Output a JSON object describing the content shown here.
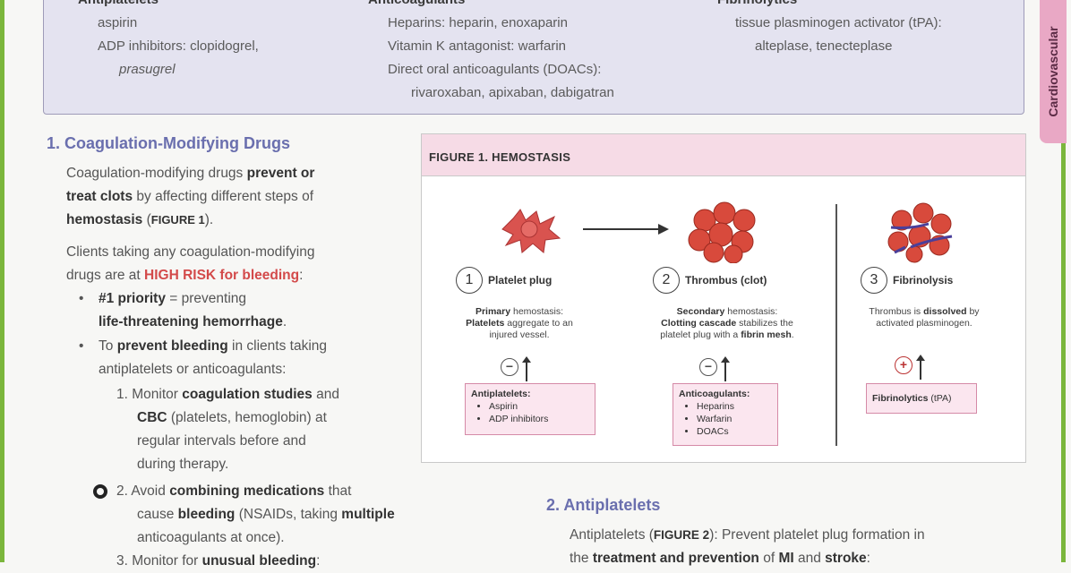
{
  "tab": "Cardiovascular",
  "summary": {
    "col1": {
      "heading": "Antiplatelets",
      "lines": [
        "aspirin",
        "ADP inhibitors: clopidogrel,",
        "prasugrel"
      ]
    },
    "col2": {
      "heading": "Anticoagulants",
      "lines": [
        "Heparins: heparin, enoxaparin",
        "Vitamin K antagonist: warfarin",
        "Direct oral anticoagulants (DOACs):",
        "rivaroxaban, apixaban, dabigatran"
      ]
    },
    "col3": {
      "heading": "Fibrinolytics",
      "lines": [
        "tissue plasminogen activator (tPA):",
        "alteplase, tenecteplase"
      ]
    }
  },
  "s1": {
    "title": "1. Coagulation-Modifying Drugs",
    "p1a": "Coagulation-modifying drugs ",
    "p1b": "prevent or",
    "p1c": "treat clots",
    "p1d": " by affecting different steps of",
    "p1e": "hemostasis",
    "p1f": " (",
    "p1g": "FIGURE 1",
    "p1h": ").",
    "p2a": "Clients taking any coagulation-modifying",
    "p2b": "drugs are at ",
    "p2c": "HIGH RISK for bleeding",
    "p2d": ":",
    "b1a": "#1 priority",
    "b1b": " = preventing",
    "b1c": "life-threatening hemorrhage",
    "b1d": ".",
    "b2a": "To ",
    "b2b": "prevent bleeding",
    "b2c": " in clients taking",
    "b2d": "antiplatelets or anticoagulants:",
    "n1a": "1. Monitor ",
    "n1b": "coagulation studies",
    "n1c": " and",
    "n1d": "CBC",
    "n1e": " (platelets, hemoglobin) at",
    "n1f": "regular intervals before and",
    "n1g": "during therapy.",
    "n2a": "2. Avoid ",
    "n2b": "combining medications",
    "n2c": " that",
    "n2d": "cause ",
    "n2e": "bleeding",
    "n2f": " (NSAIDs, taking ",
    "n2g": "multiple",
    "n2h": "anticoagulants at once).",
    "n3a": "3. Monitor for ",
    "n3b": "unusual bleeding",
    ":": ":"
  },
  "fig": {
    "title": "FIGURE 1. HEMOSTASIS",
    "steps": [
      {
        "n": "1",
        "label": "Platelet plug",
        "d1": "Primary",
        "d2": " hemostasis:",
        "d3": "Platelets",
        "d4": " aggregate to an",
        "d5": "injured vessel.",
        "sign": "−",
        "box_title": "Antiplatelets:",
        "items": [
          "Aspirin",
          "ADP inhibitors"
        ]
      },
      {
        "n": "2",
        "label": "Thrombus (clot)",
        "d1": "Secondary",
        "d2": " hemostasis:",
        "d3": "Clotting cascade",
        "d4": " stabilizes the",
        "d5": "platelet plug with a ",
        "d6": "fibrin mesh",
        "d7": ".",
        "sign": "−",
        "box_title": "Anticoagulants:",
        "items": [
          "Heparins",
          "Warfarin",
          "DOACs"
        ]
      },
      {
        "n": "3",
        "label": "Fibrinolysis",
        "d1": "Thrombus is ",
        "d2": "dissolved",
        "d3": " by",
        "d4": "activated plasminogen.",
        "sign": "+",
        "box_a": "Fibrinolytics",
        "box_b": " (tPA)"
      }
    ]
  },
  "s2": {
    "title": "2. Antiplatelets",
    "p1a": "Antiplatelets (",
    "p1b": "FIGURE 2",
    "p1c": "): Prevent platelet plug formation in",
    "p2a": "the ",
    "p2b": "treatment and prevention",
    "p2c": " of ",
    "p2d": "MI",
    "p2e": " and ",
    "p2f": "stroke",
    ":": ":"
  },
  "colors": {
    "accent": "#6a6fae",
    "danger": "#d34a4a",
    "border": "#7bb63c",
    "pink": "#f6dbe6"
  }
}
